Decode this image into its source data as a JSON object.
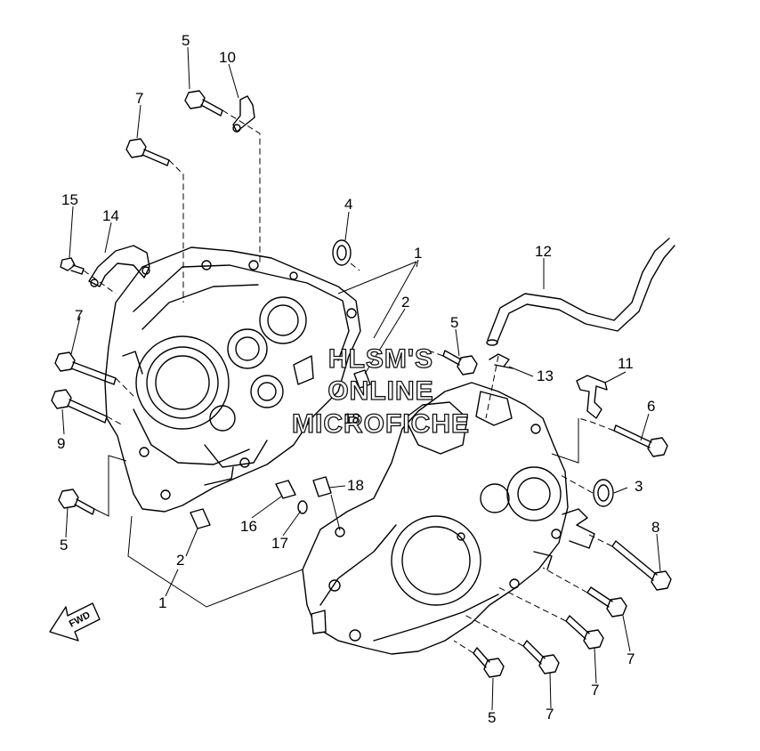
{
  "callouts": {
    "c1a": "1",
    "c1b": "1",
    "c2a": "2",
    "c2b": "2",
    "c3": "3",
    "c4": "4",
    "c5a": "5",
    "c5b": "5",
    "c5c": "5",
    "c5d": "5",
    "c6": "6",
    "c7a": "7",
    "c7b": "7",
    "c7c": "7",
    "c7d": "7",
    "c7e": "7",
    "c8": "8",
    "c9": "9",
    "c10": "10",
    "c11": "11",
    "c12": "12",
    "c13": "13",
    "c14": "14",
    "c15": "15",
    "c16": "16",
    "c17": "17",
    "c18a": "18",
    "c18b": "18"
  },
  "watermark": {
    "line1": "HLSM'S",
    "line2": "ONLINE",
    "line3": "MICROFICHE"
  },
  "fwd_label": "FWD"
}
